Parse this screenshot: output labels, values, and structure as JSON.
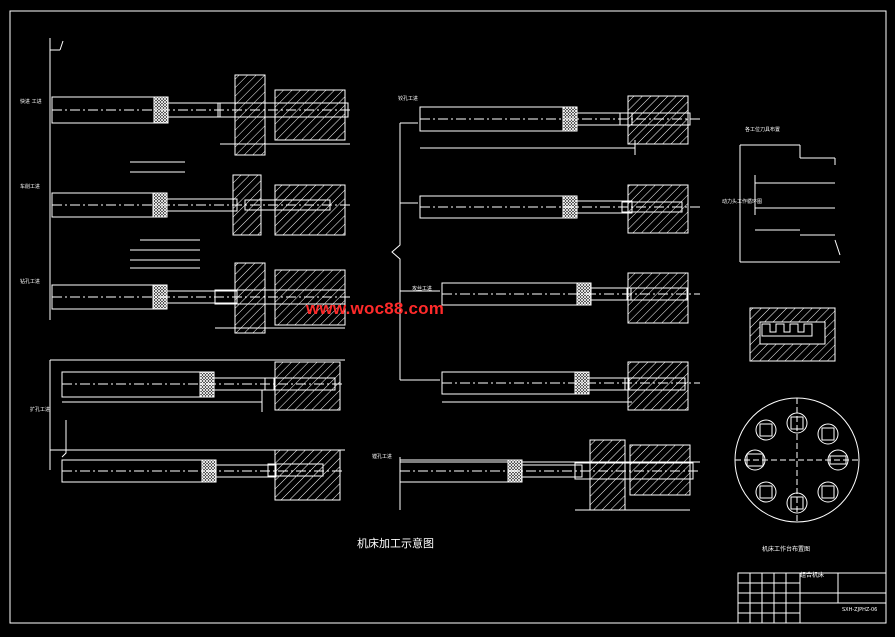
{
  "drawing": {
    "title": "机床加工示意图",
    "watermark": "www.woc88.com",
    "colors": {
      "background": "#000000",
      "lines": "#ffffff",
      "watermark": "#ff2a2a"
    },
    "process_labels": [
      "快进 工进",
      "车削工进",
      "钻孔工进",
      "扩孔工进",
      "铰孔工进",
      "攻丝工进",
      "镗孔工进"
    ],
    "diagram_labels": {
      "feed_cycle": "动力头工作循环图",
      "indexing": "机床工作台布置图",
      "note": "各工位刀具布置"
    },
    "title_block": {
      "name": "组合机床",
      "drawing_no": "SXH-ZJPHZ-06"
    }
  }
}
